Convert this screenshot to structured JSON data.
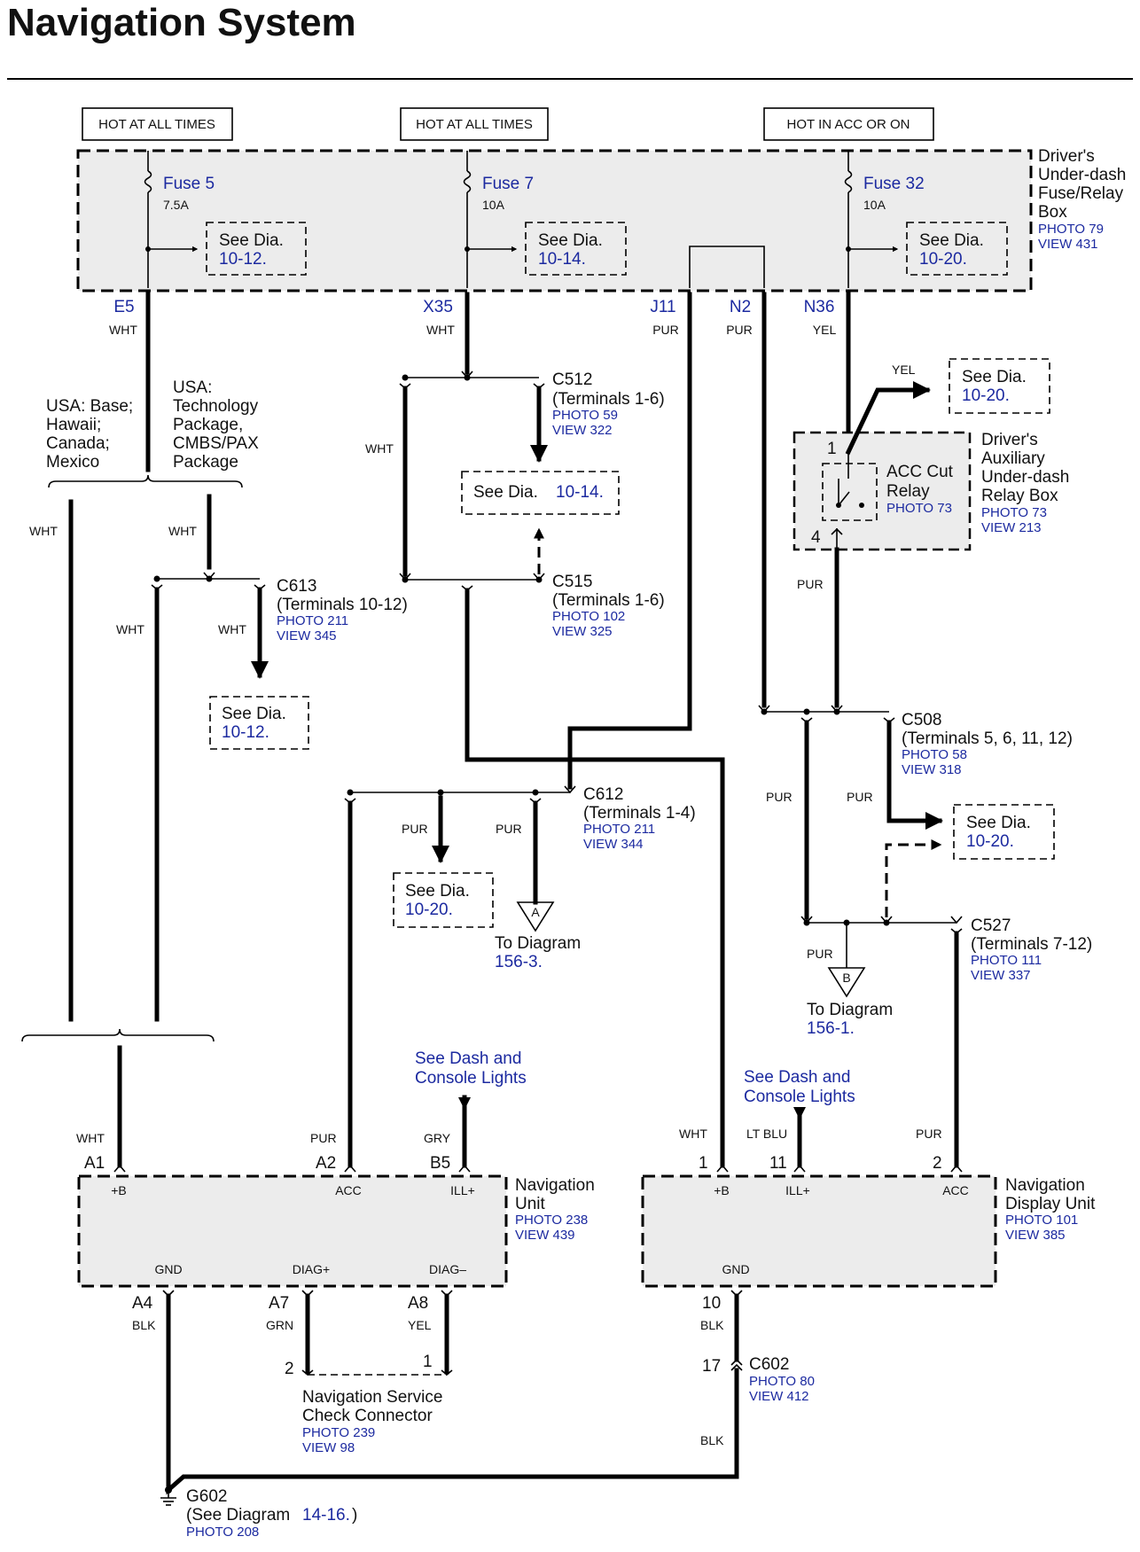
{
  "title": "Navigation System",
  "power_labels": [
    "HOT AT ALL TIMES",
    "HOT AT ALL TIMES",
    "HOT IN ACC OR ON"
  ],
  "fuse_box": {
    "name": [
      "Driver's",
      "Under-dash",
      "Fuse/Relay",
      "Box"
    ],
    "photo": "PHOTO 79",
    "view": "VIEW 431",
    "fuses": [
      {
        "name": "Fuse 5",
        "rating": "7.5A",
        "see": "See  Dia.",
        "ref": "10-12."
      },
      {
        "name": "Fuse 7",
        "rating": "10A",
        "see": "See  Dia.",
        "ref": "10-14."
      },
      {
        "name": "Fuse 32",
        "rating": "10A",
        "see": "See  Dia.",
        "ref": "10-20."
      }
    ],
    "terminals": [
      "E5",
      "X35",
      "J11",
      "N2",
      "N36"
    ],
    "terminal_colors": [
      "WHT",
      "WHT",
      "PUR",
      "PUR",
      "YEL"
    ]
  },
  "variants": {
    "left": [
      "USA: Base;",
      "Hawaii;",
      "Canada;",
      "Mexico"
    ],
    "right": [
      "USA:",
      "Technology",
      "Package,",
      "CMBS/PAX",
      "Package"
    ]
  },
  "connectors": {
    "c512": {
      "name": "C512",
      "terminals": "(Terminals 1-6)",
      "photo": "PHOTO 59",
      "view": "VIEW 322"
    },
    "c515": {
      "name": "C515",
      "terminals": "(Terminals 1-6)",
      "photo": "PHOTO 102",
      "view": "VIEW 325"
    },
    "c613": {
      "name": "C613",
      "terminals": "(Terminals 10-12)",
      "photo": "PHOTO 211",
      "view": "VIEW 345"
    },
    "c612": {
      "name": "C612",
      "terminals": "(Terminals 1-4)",
      "photo": "PHOTO 211",
      "view": "VIEW 344"
    },
    "c508": {
      "name": "C508",
      "terminals": "(Terminals 5, 6, 11, 12)",
      "photo": "PHOTO 58",
      "view": "VIEW 318"
    },
    "c527": {
      "name": "C527",
      "terminals": "(Terminals 7-12)",
      "photo": "PHOTO 111",
      "view": "VIEW 337"
    },
    "c602": {
      "name": "C602",
      "photo": "PHOTO 80",
      "view": "VIEW 412",
      "pin": "17"
    }
  },
  "see_refs": {
    "dia_1014_mid": {
      "see": "See  Dia.",
      "ref": "10-14."
    },
    "dia_1012_left": {
      "see": "See  Dia.",
      "ref": "10-12."
    },
    "dia_1020_relay": {
      "see": "See  Dia.",
      "ref": "10-20."
    },
    "dia_1020_c612": {
      "see": "See  Dia.",
      "ref": "10-20."
    },
    "dia_1020_c508": {
      "see": "See  Dia.",
      "ref": "10-20."
    }
  },
  "relay": {
    "name": [
      "ACC Cut",
      "Relay"
    ],
    "photo": "PHOTO 73",
    "box": [
      "Driver's",
      "Auxiliary",
      "Under-dash",
      "Relay Box"
    ],
    "box_photo": "PHOTO 73",
    "box_view": "VIEW 213",
    "pin_top": "1",
    "pin_bottom": "4",
    "out_color": "YEL"
  },
  "to_diagram": {
    "a": {
      "letter": "A",
      "text": "To Diagram",
      "ref": "156-3."
    },
    "b": {
      "letter": "B",
      "text": "To Diagram",
      "ref": "156-1."
    }
  },
  "dash_lights": [
    "See Dash and",
    "Console Lights"
  ],
  "wire_colors": {
    "wht": "WHT",
    "pur": "PUR",
    "gry": "GRY",
    "ltblu": "LT BLU",
    "blk": "BLK",
    "grn": "GRN",
    "yel": "YEL"
  },
  "nav_unit": {
    "name": [
      "Navigation",
      "Unit"
    ],
    "photo": "PHOTO 238",
    "view": "VIEW 439",
    "pins_top": [
      {
        "id": "A1",
        "label": "+B"
      },
      {
        "id": "A2",
        "label": "ACC"
      },
      {
        "id": "B5",
        "label": "ILL+"
      }
    ],
    "pins_bottom": [
      {
        "id": "A4",
        "label": "GND"
      },
      {
        "id": "A7",
        "label": "DIAG+"
      },
      {
        "id": "A8",
        "label": "DIAG–"
      }
    ]
  },
  "display_unit": {
    "name": [
      "Navigation",
      "Display Unit"
    ],
    "photo": "PHOTO 101",
    "view": "VIEW 385",
    "pins_top": [
      {
        "id": "1",
        "label": "+B"
      },
      {
        "id": "11",
        "label": "ILL+"
      },
      {
        "id": "2",
        "label": "ACC"
      }
    ],
    "pins_bottom": [
      {
        "id": "10",
        "label": "GND"
      }
    ]
  },
  "service_connector": {
    "name": [
      "Navigation Service",
      "Check Connector"
    ],
    "photo": "PHOTO 239",
    "view": "VIEW 98",
    "pin_left": "2",
    "pin_right": "1"
  },
  "ground": {
    "name": "G602",
    "note_prefix": "(See Diagram",
    "note_ref": "14-16.",
    "note_suffix": ")",
    "photo": "PHOTO 208"
  }
}
